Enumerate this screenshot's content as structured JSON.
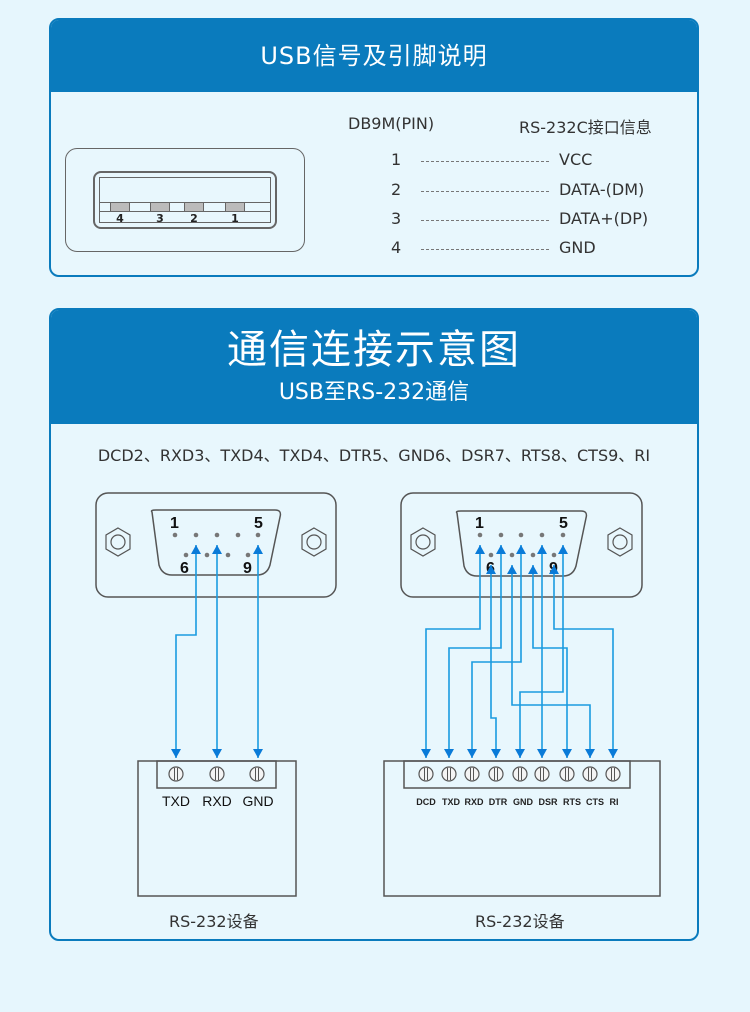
{
  "usb_panel": {
    "title": "USB信号及引脚说明",
    "connector_pin_numbers": [
      "4",
      "3",
      "2",
      "1"
    ],
    "col_pin_header": "DB9M(PIN)",
    "col_signal_header": "RS-232C接口信息",
    "pins": [
      {
        "pin": "1",
        "signal": "VCC"
      },
      {
        "pin": "2",
        "signal": "DATA-(DM)"
      },
      {
        "pin": "3",
        "signal": "DATA+(DP)"
      },
      {
        "pin": "4",
        "signal": "GND"
      }
    ]
  },
  "comm_panel": {
    "title": "通信连接示意图",
    "subtitle": "USB至RS-232通信",
    "pin_list": "DCD2、RXD3、TXD4、TXD4、DTR5、GND6、DSR7、RTS8、CTS9、RI",
    "left_diagram": {
      "db9_labels": {
        "pin1": "1",
        "pin5": "5",
        "pin6": "6",
        "pin9": "9"
      },
      "terminals": [
        "TXD",
        "RXD",
        "GND"
      ],
      "device_label": "RS-232设备"
    },
    "right_diagram": {
      "db9_labels": {
        "pin1": "1",
        "pin5": "5",
        "pin6": "6",
        "pin9": "9"
      },
      "terminals": [
        "DCD",
        "TXD",
        "RXD",
        "DTR",
        "GND",
        "DSR",
        "RTS",
        "CTS",
        "RI"
      ],
      "device_label": "RS-232设备"
    }
  },
  "colors": {
    "accent": "#0a7bbd",
    "wire": "#1a9be0",
    "background": "#e6f6fd"
  }
}
